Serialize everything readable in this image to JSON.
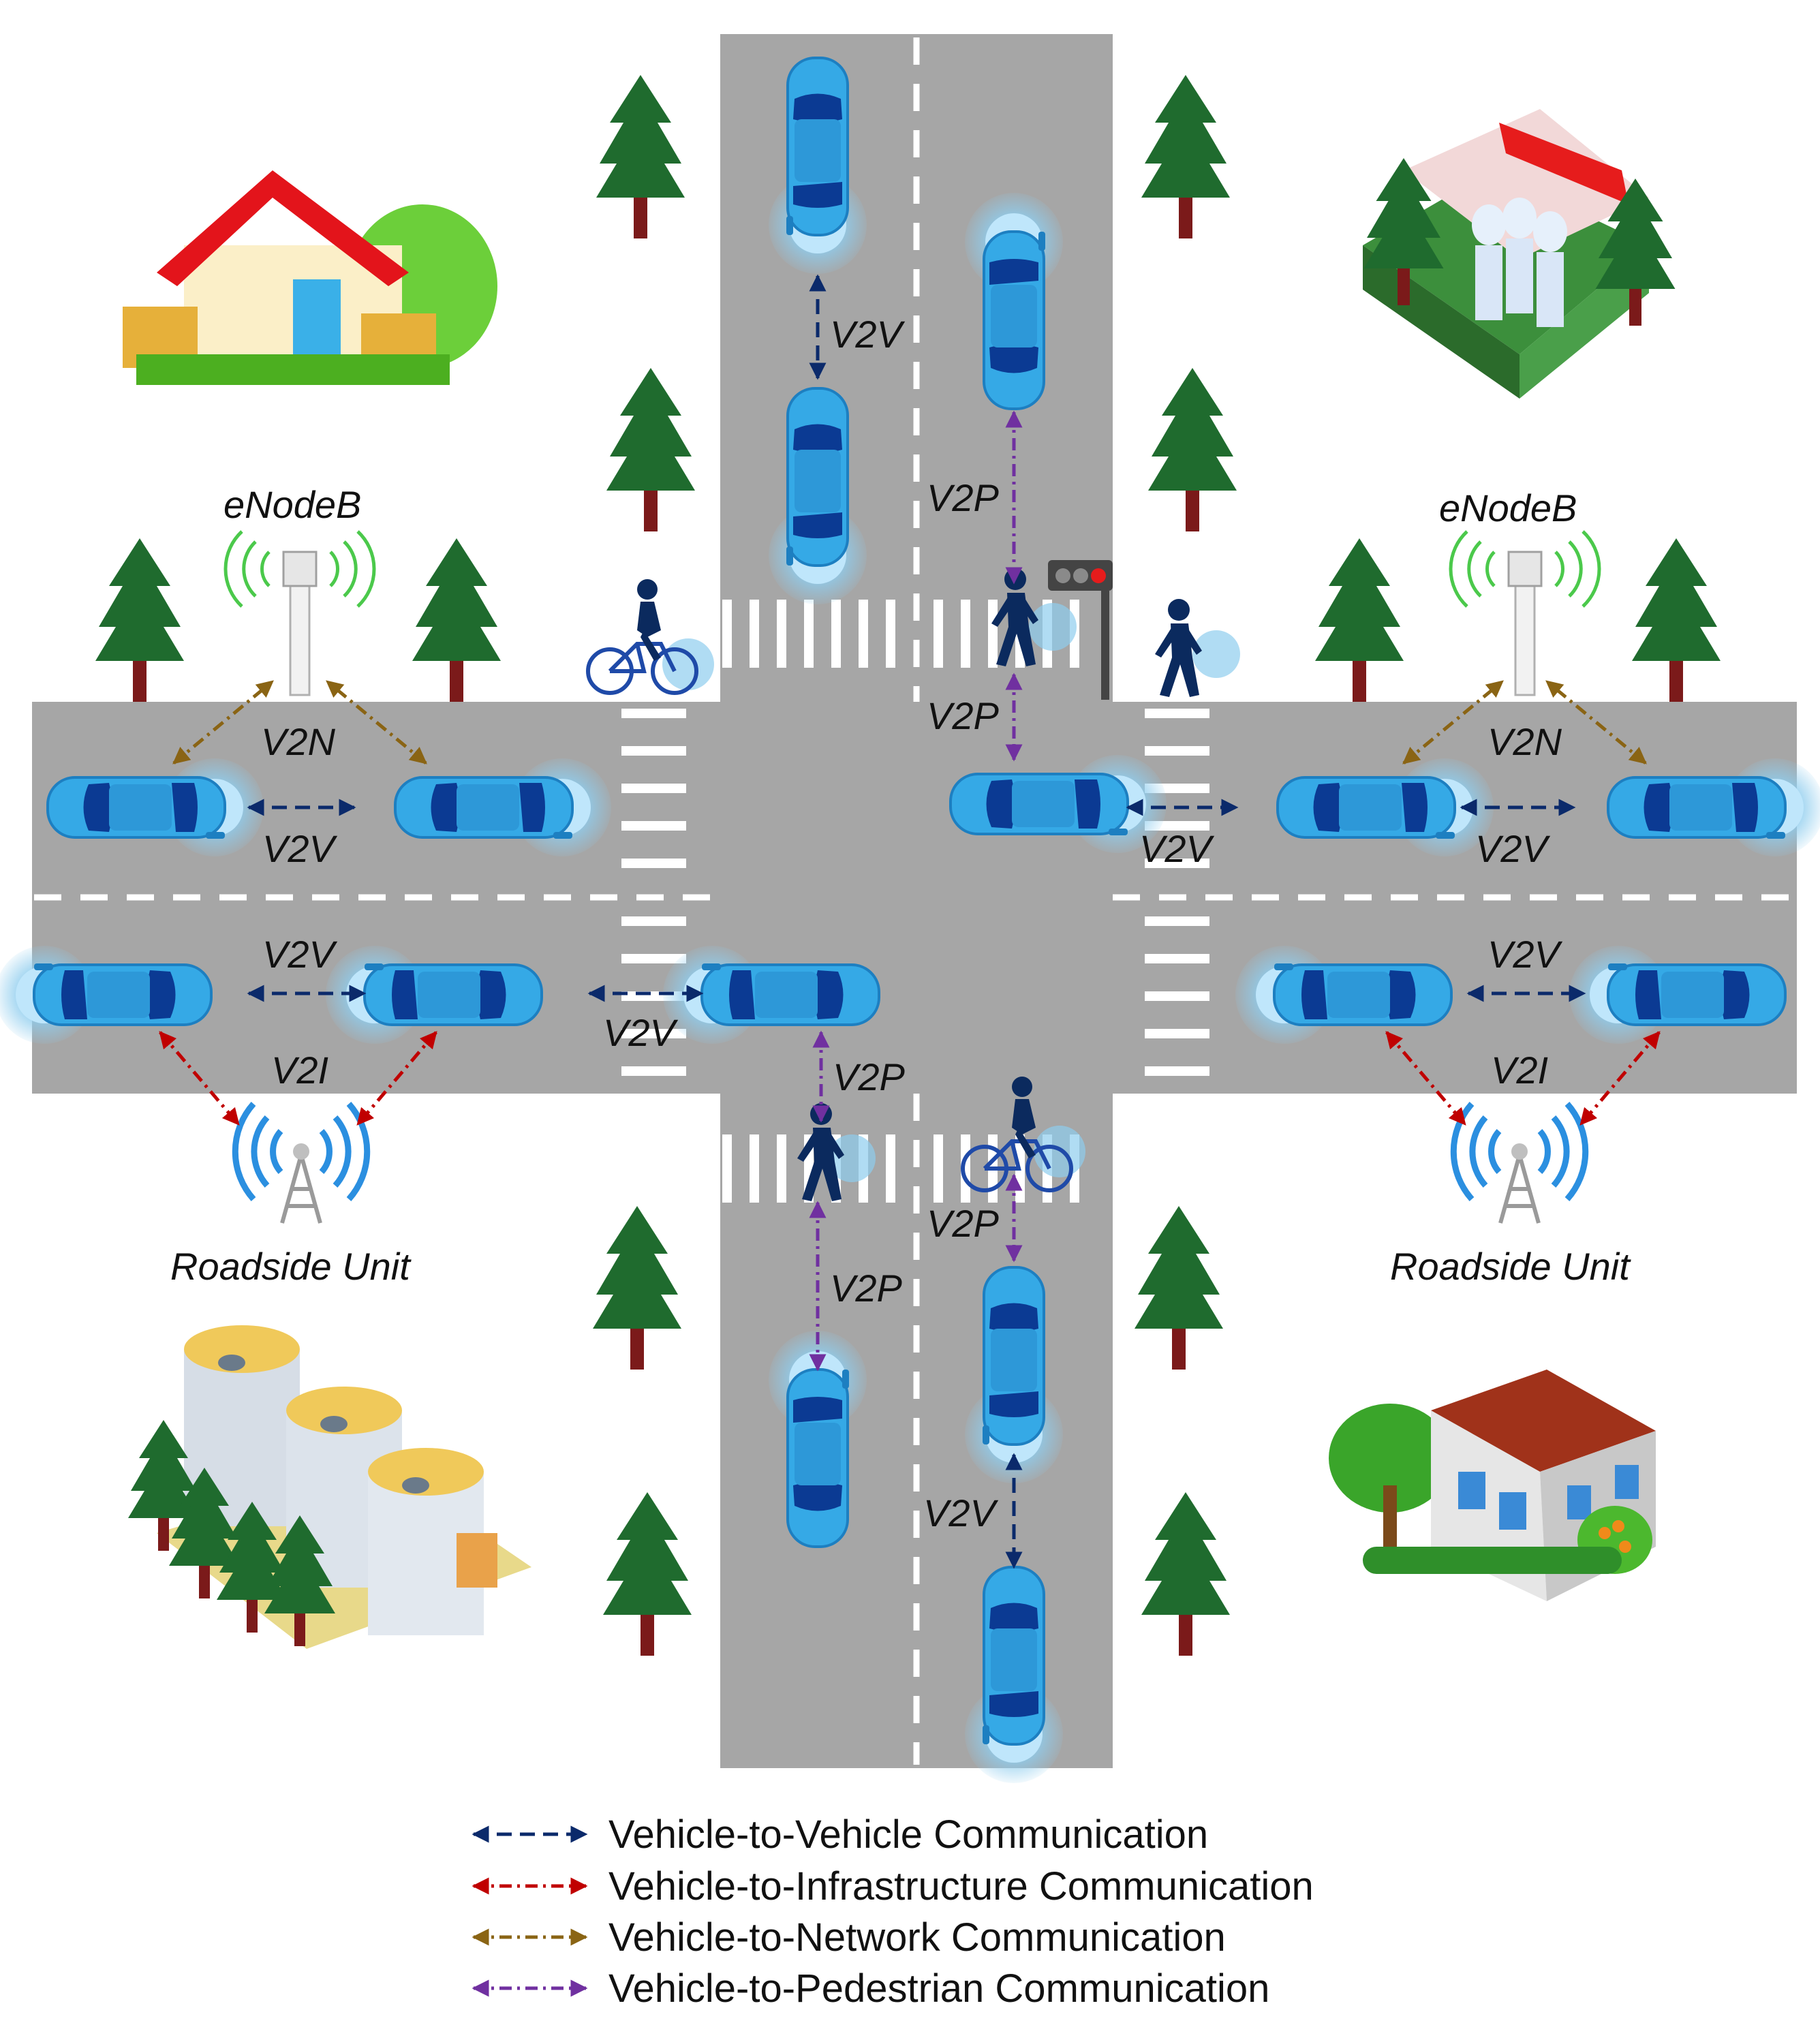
{
  "labels": {
    "enodeb_left": "eNodeB",
    "enodeb_right": "eNodeB",
    "rsu_left": "Roadside Unit",
    "rsu_right": "Roadside Unit",
    "v2v": "V2V",
    "v2n": "V2N",
    "v2i": "V2I",
    "v2p": "V2P"
  },
  "legend": [
    {
      "text": "Vehicle-to-Vehicle Communication",
      "color": "#0b2a6b",
      "style": "dashed"
    },
    {
      "text": "Vehicle-to-Infrastructure Communication",
      "color": "#c00000",
      "style": "dashdot"
    },
    {
      "text": "Vehicle-to-Network Communication",
      "color": "#8a6414",
      "style": "dashdot"
    },
    {
      "text": "Vehicle-to-Pedestrian Communication",
      "color": "#7030a0",
      "style": "dashdot"
    }
  ],
  "colors": {
    "road": "#a6a6a6",
    "car_body": "#35a9e6",
    "car_dark": "#0b3a93",
    "tree": "#1f6b2e",
    "trunk": "#7b1a1a",
    "v2v": "#0b2a6b",
    "v2i": "#c00000",
    "v2n": "#8a6414",
    "v2p": "#7030a0"
  }
}
